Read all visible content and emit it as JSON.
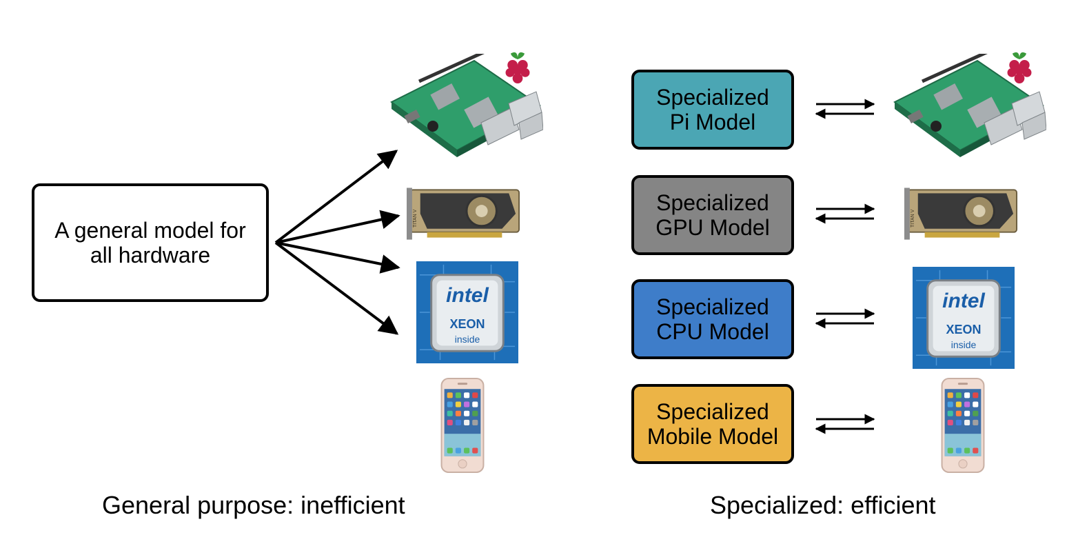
{
  "left": {
    "general_box": {
      "line1": "A general model for",
      "line2": "all hardware"
    },
    "caption": "General purpose: inefficient"
  },
  "right": {
    "models": [
      {
        "line1": "Specialized",
        "line2": "Pi Model",
        "color": "#4ba6b4",
        "device": "raspberry-pi"
      },
      {
        "line1": "Specialized",
        "line2": "GPU Model",
        "color": "#858585",
        "device": "gpu"
      },
      {
        "line1": "Specialized",
        "line2": "CPU Model",
        "color": "#3e7dc9",
        "device": "cpu"
      },
      {
        "line1": "Specialized",
        "line2": "Mobile Model",
        "color": "#ecb446",
        "device": "phone"
      }
    ],
    "caption": "Specialized: efficient"
  },
  "devices": {
    "cpu_logo": "intel",
    "cpu_brand": "XEON",
    "cpu_sub": "inside",
    "gpu_label": "TITAN V"
  }
}
